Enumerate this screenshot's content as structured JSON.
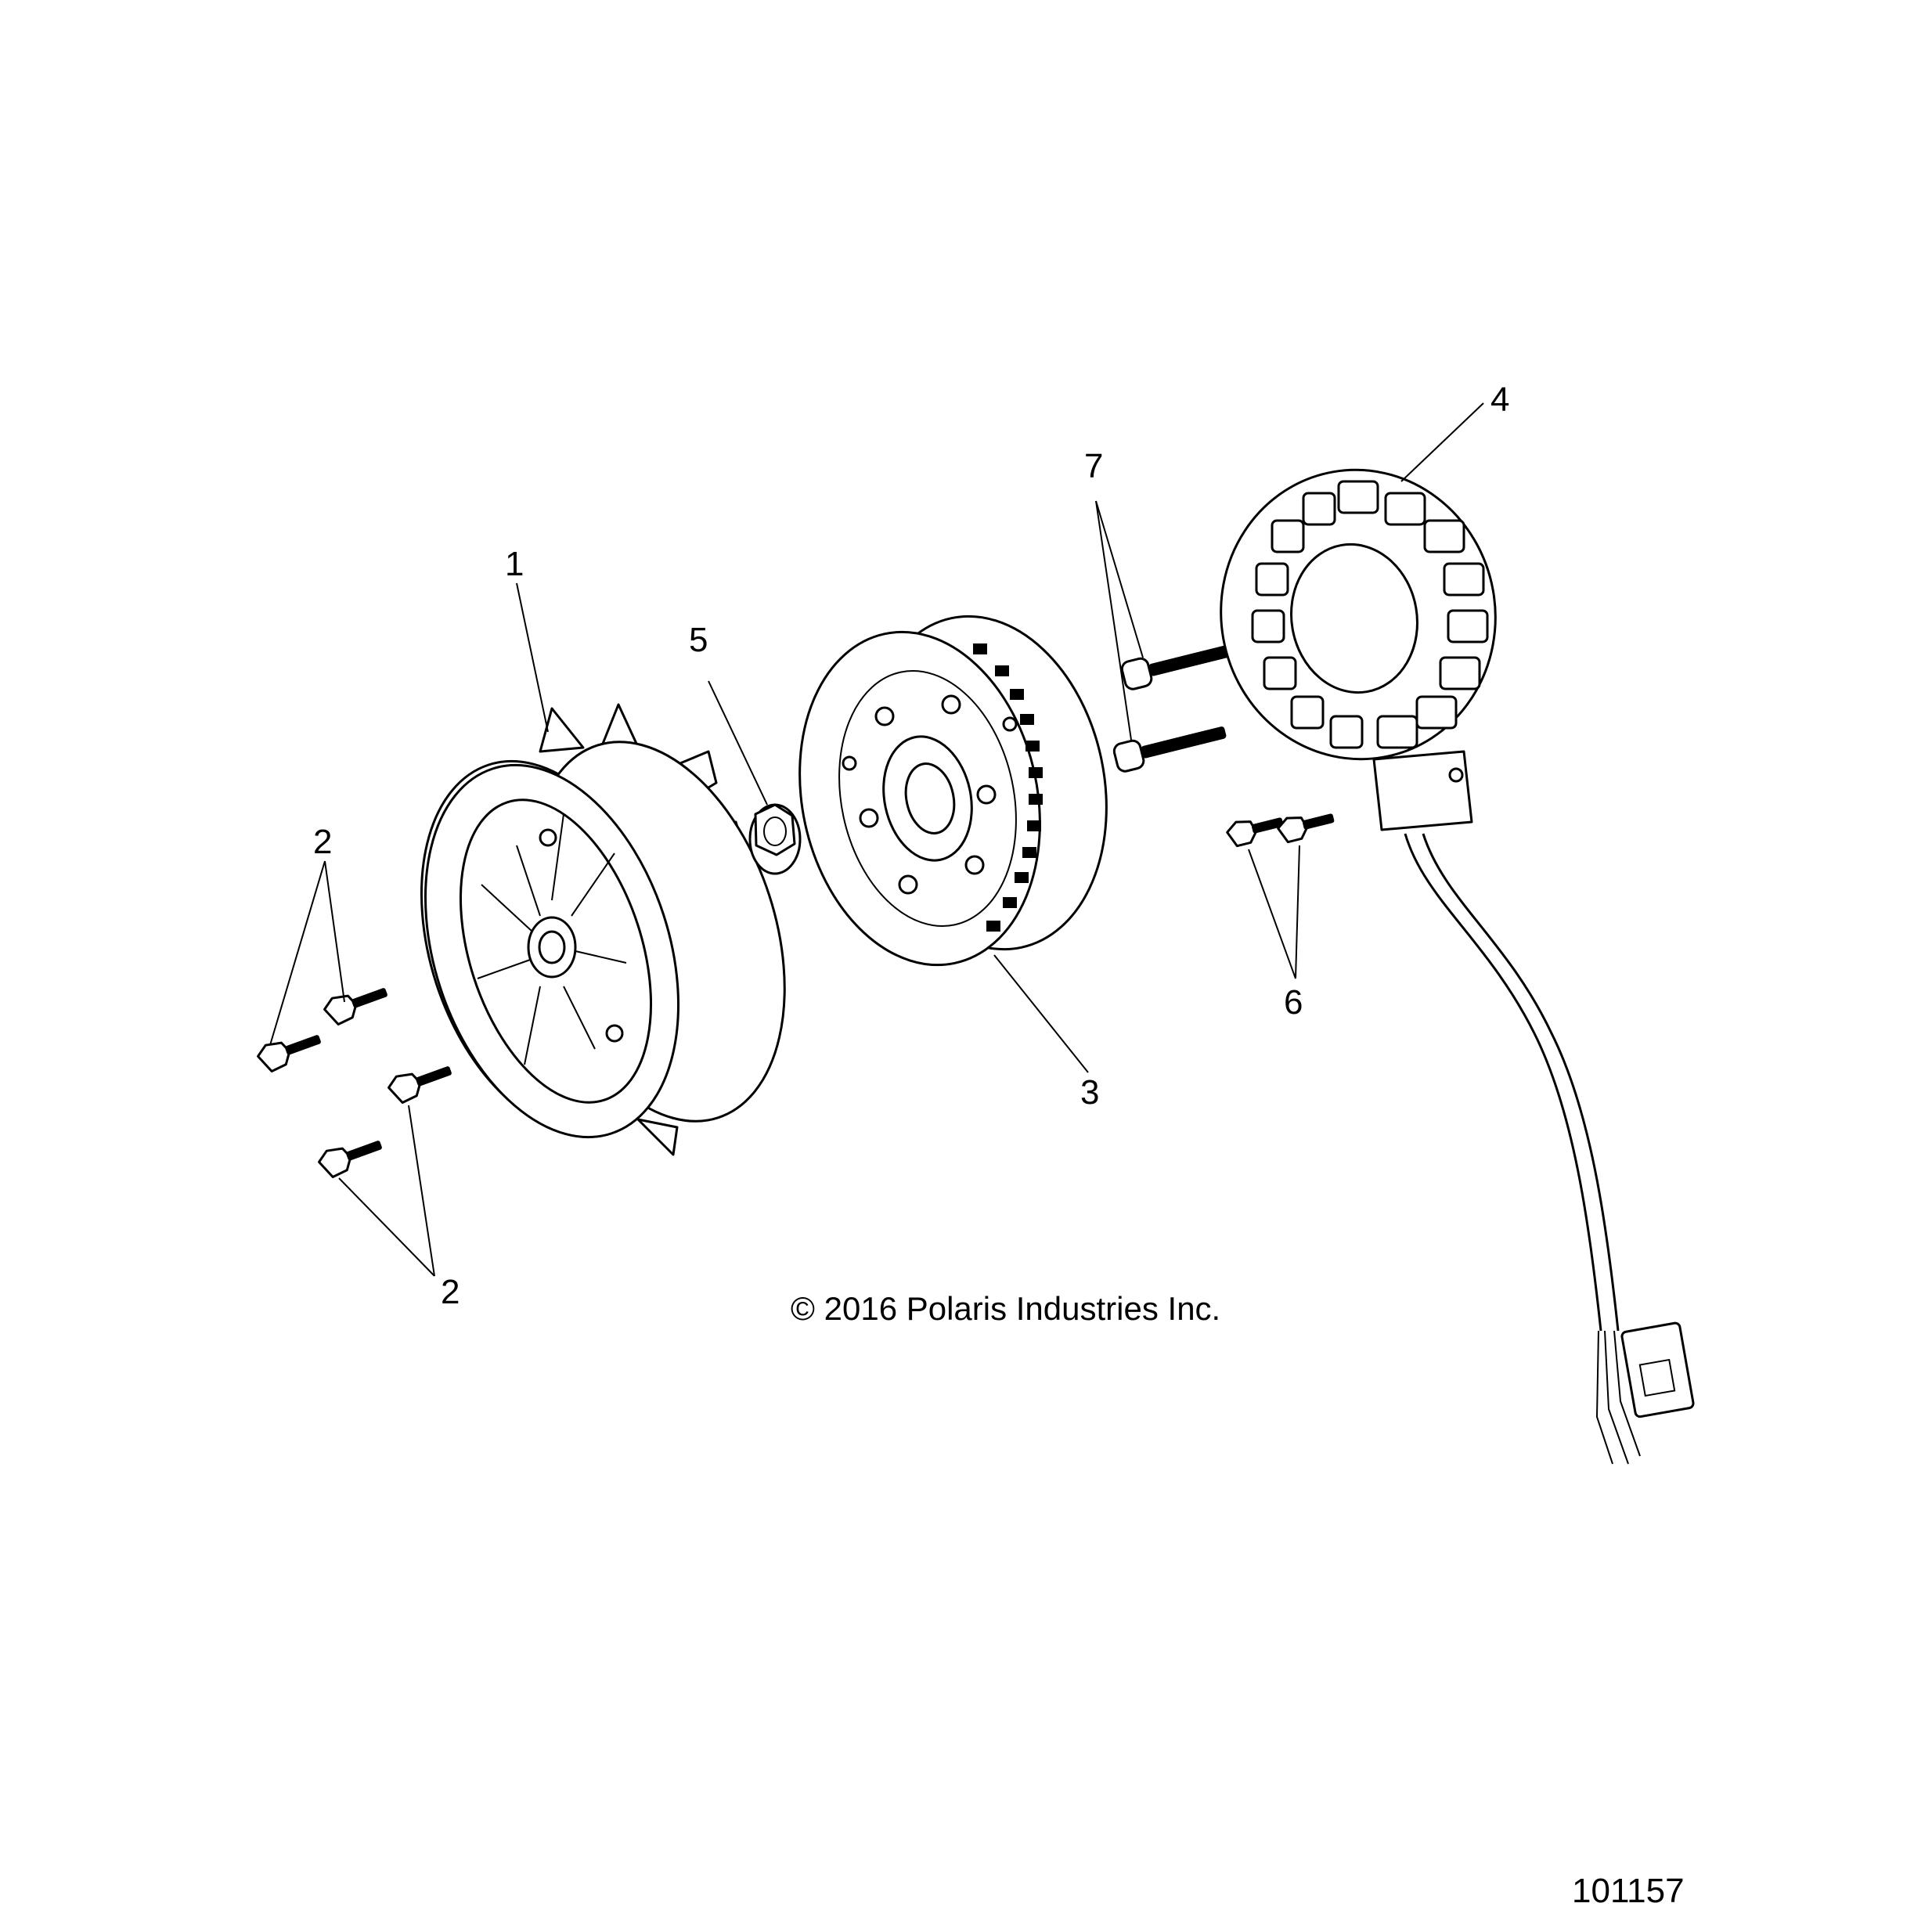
{
  "diagram": {
    "callouts": [
      {
        "id": "1",
        "label": "1"
      },
      {
        "id": "2a",
        "label": "2"
      },
      {
        "id": "2b",
        "label": "2"
      },
      {
        "id": "3",
        "label": "3"
      },
      {
        "id": "4",
        "label": "4"
      },
      {
        "id": "5",
        "label": "5"
      },
      {
        "id": "6",
        "label": "6"
      },
      {
        "id": "7",
        "label": "7"
      }
    ],
    "copyright": "© 2016 Polaris Industries Inc.",
    "figure_number": "101157",
    "parts": [
      "fan-flywheel",
      "flange-bolt",
      "rotor",
      "stator",
      "flange-nut",
      "stator-bolt",
      "socket-head-bolt"
    ]
  }
}
